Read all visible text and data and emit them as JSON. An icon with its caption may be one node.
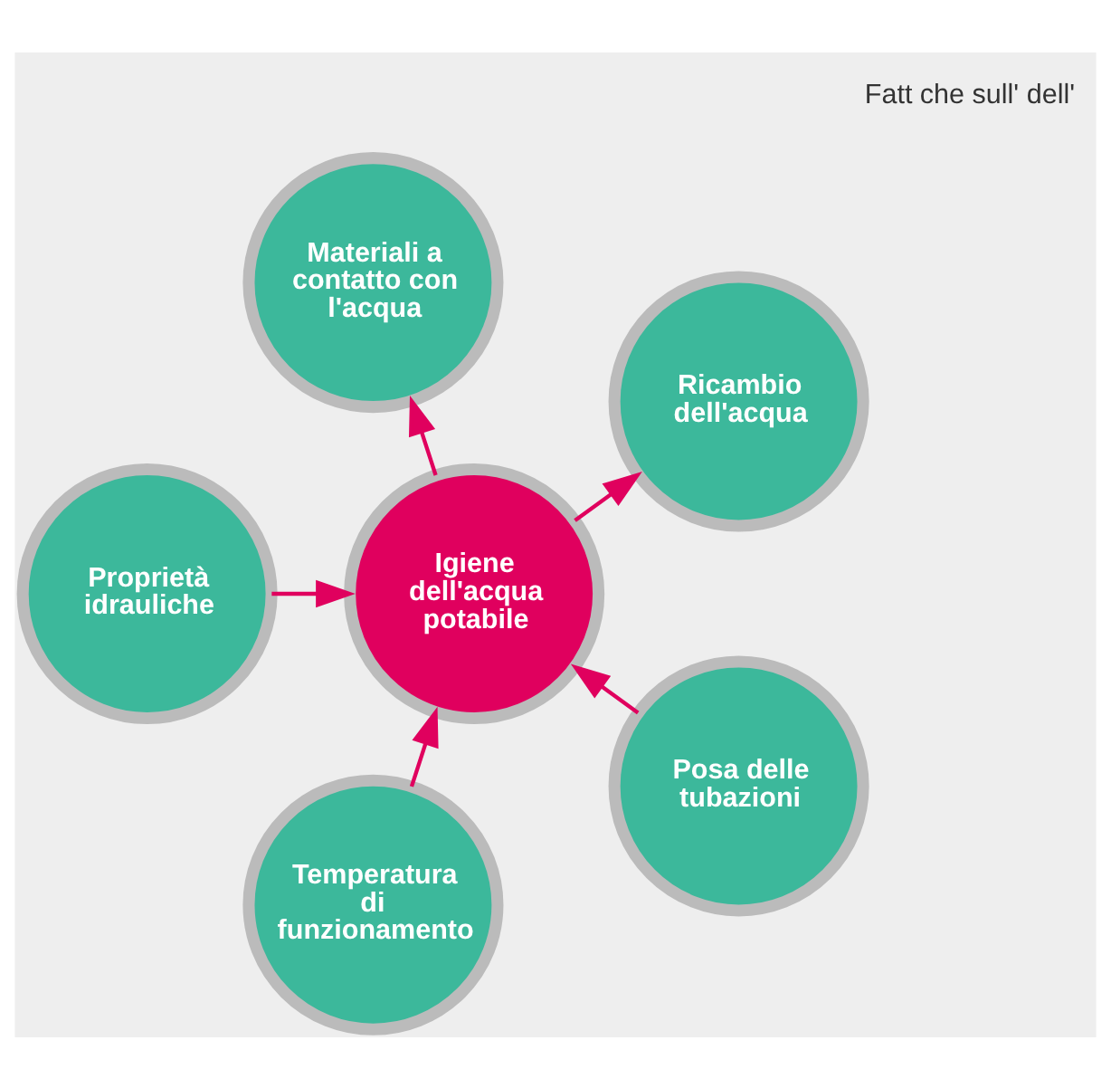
{
  "diagram": {
    "nodes": [
      {
        "text": [
          "Proprietà idrauliche"
        ]
      },
      {
        "text": [
          "Temperatura di funzionamento"
        ]
      },
      {
        "text": [
          "Igiene dell'acqua potabile"
        ]
      },
      {
        "text": [
          "Posa delle tubazioni"
        ]
      },
      {
        "text": [
          "Ricambio dell'acqua"
        ]
      },
      {
        "text": [
          "Materiali a contatto con l'acqua"
        ]
      }
    ],
    "edges": [
      {
        "from": 0,
        "to": 2,
        "arrow": "to"
      },
      {
        "from": 1,
        "to": 2,
        "arrow": "to"
      },
      {
        "from": 3,
        "to": 2,
        "arrow": "to"
      },
      {
        "from": 2,
        "to": 4,
        "arrow": "to"
      },
      {
        "from": 2,
        "to": 5,
        "arrow": "to"
      }
    ],
    "labels": [
      "Fatt che sull' dell'"
    ]
  }
}
